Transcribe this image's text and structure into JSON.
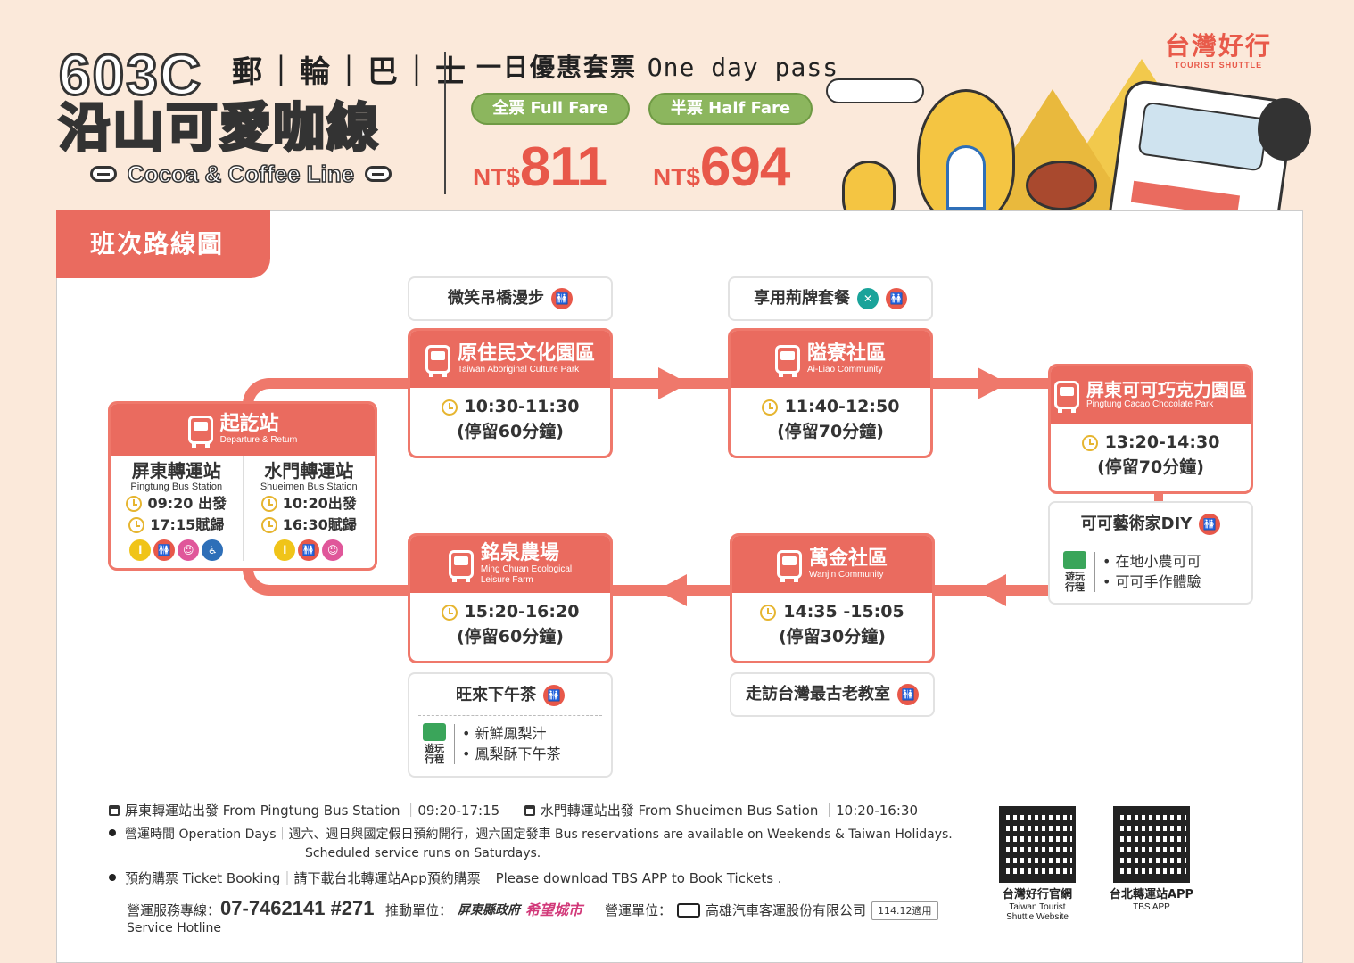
{
  "header": {
    "route_number": "603C",
    "route_type": "郵｜輪｜巴｜士",
    "route_name": "沿山可愛咖線",
    "route_name_en": "Cocoa & Coffee Line",
    "pass_title": "一日優惠套票",
    "pass_title_en": "One day pass",
    "full_fare_label": "全票 Full Fare",
    "half_fare_label": "半票 Half Fare",
    "currency": "NT$",
    "full_fare_price": "811",
    "half_fare_price": "694",
    "brand_zh": "台灣好行",
    "brand_en": "TOURIST SHUTTLE"
  },
  "panel": {
    "title": "班次路線圖"
  },
  "departure": {
    "title": "起訖站",
    "title_en": "Departure & Return",
    "stations": [
      {
        "name": "屏東轉運站",
        "name_en": "Pingtung Bus Station",
        "depart": "09:20 出發",
        "return": "17:15賦歸"
      },
      {
        "name": "水門轉運站",
        "name_en": "Shueimen Bus Station",
        "depart": "10:20出發",
        "return": "16:30賦歸"
      }
    ]
  },
  "stops": {
    "aboriginal": {
      "name": "原住民文化園區",
      "name_en": "Taiwan Aboriginal Culture  Park",
      "time": "10:30-11:30",
      "stay": "(停留60分鐘)",
      "activity": "微笑吊橋漫步"
    },
    "ailiao": {
      "name": "隘寮社區",
      "name_en": "Ai-Liao Community",
      "time": "11:40-12:50",
      "stay": "(停留70分鐘)",
      "activity": "享用荊牌套餐"
    },
    "cacao": {
      "name": "屏東可可巧克力園區",
      "name_en": "Pingtung Cacao Chocolate Park",
      "time": "13:20-14:30",
      "stay": "(停留70分鐘)",
      "activity": "可可藝術家DIY",
      "itinerary_label": "遊玩行程",
      "itinerary": [
        "• 在地小農可可",
        "• 可可手作體驗"
      ]
    },
    "wanjin": {
      "name": "萬金社區",
      "name_en": "Wanjin Community",
      "time": "14:35 -15:05",
      "stay": "(停留30分鐘)",
      "activity": "走訪台灣最古老教室"
    },
    "mingchuan": {
      "name": "銘泉農場",
      "name_en_1": "Ming Chuan Ecological",
      "name_en_2": "Leisure Farm",
      "time": "15:20-16:20",
      "stay": "(停留60分鐘)",
      "activity": "旺來下午茶",
      "itinerary_label": "遊玩行程",
      "itinerary": [
        "• 新鮮鳳梨汁",
        "• 鳳梨酥下午茶"
      ]
    }
  },
  "icons": {
    "restroom": "🚻",
    "food": "✕",
    "info": "i",
    "nursing": "☺",
    "accessible": "♿"
  },
  "footer": {
    "from_pingtung": "屏東轉運站出發 From Pingtung Bus Station",
    "from_pingtung_time": "09:20-17:15",
    "from_shueimen": "水門轉運站出發 From Shueimen Bus Sation",
    "from_shueimen_time": "10:20-16:30",
    "operation_label": "營運時間 Operation Days",
    "operation_text": "週六、週日與國定假日預約開行，週六固定發車 Bus reservations are available on Weekends & Taiwan Holidays.",
    "operation_text_2": "Scheduled service runs on Saturdays.",
    "booking_label": "預約購票 Ticket Booking",
    "booking_text": "請下載台北轉運站App預約購票",
    "booking_text_en": "Please download TBS APP to Book Tickets .",
    "hotline_label": "營運服務專線：",
    "hotline_number": "07-7462141 #271",
    "hotline_en": "Service Hotline",
    "promoter_label": "推動單位：",
    "promoter_name": "屏東縣政府",
    "promoter_slogan": "希望城市",
    "operator_label": "營運單位：",
    "operator_name": "高雄汽車客運股份有限公司",
    "version": "114.12適用",
    "qr1_label": "台灣好行官網",
    "qr1_label_en_1": "Taiwan Tourist",
    "qr1_label_en_2": "Shuttle Website",
    "qr2_label": "台北轉運站APP",
    "qr2_label_en": "TBS APP"
  },
  "colors": {
    "accent": "#ea6b5f",
    "fare_green": "#8cb65e",
    "price_red": "#e8584a",
    "background": "#fbe9da"
  }
}
